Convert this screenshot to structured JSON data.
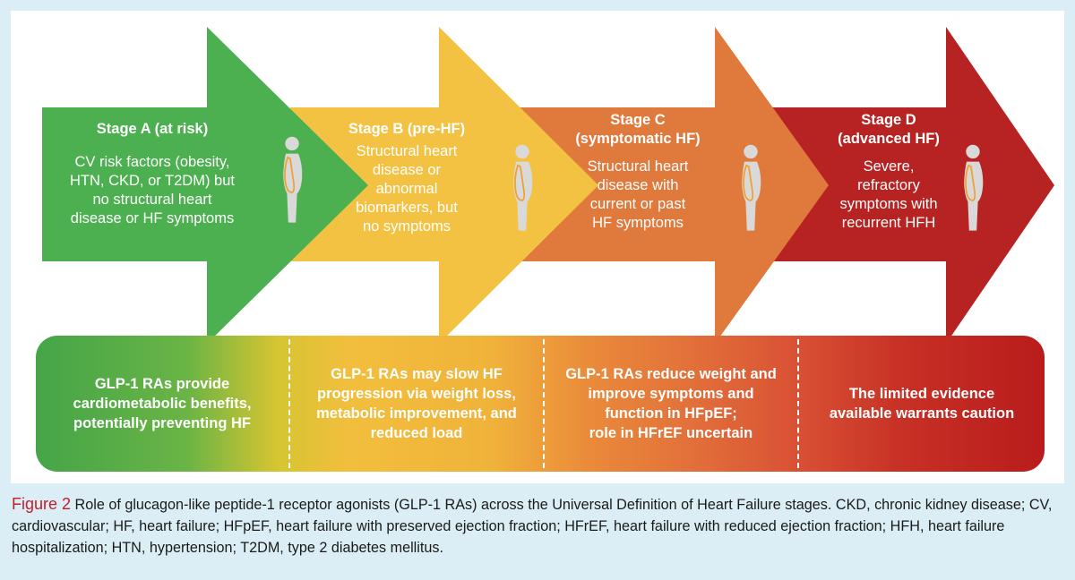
{
  "stages": [
    {
      "title": "Stage A  (at risk)",
      "description": "CV risk factors (obesity,\nHTN, CKD, or T2DM) but\nno structural heart\ndisease or HF symptoms",
      "color": "#4caf50"
    },
    {
      "title": "Stage B  (pre-HF)",
      "description": "Structural heart\ndisease or\nabnormal\nbiomarkers, but\nno symptoms",
      "color": "#f4c242"
    },
    {
      "title": "Stage C\n(symptomatic HF)",
      "description": "Structural heart\ndisease with\ncurrent or past\nHF symptoms",
      "color": "#e07a3c"
    },
    {
      "title": "Stage D\n(advanced HF)",
      "description": "Severe,\nrefractory\nsymptoms with\nrecurrent HFH",
      "color": "#b72222"
    }
  ],
  "effects": [
    "GLP-1 RAs provide\ncardiometabolic benefits,\npotentially preventing HF",
    "GLP-1 RAs may slow HF\nprogression via weight loss,\nmetabolic improvement, and\nreduced load",
    "GLP-1 RAs reduce weight and\nimprove symptoms and\nfunction in HFpEF;\nrole in HFrEF uncertain",
    "The limited evidence\navailable warrants caution"
  ],
  "person_icon": {
    "name": "person-silhouette-icon",
    "body_color": "#d9d9d9",
    "outline_color": "#f0a030"
  },
  "caption": {
    "label": "Figure 2",
    "text": "Role of glucagon-like peptide-1 receptor agonists (GLP-1 RAs) across the Universal Definition of Heart Failure stages. CKD, chronic kidney disease; CV, cardiovascular; HF, heart failure; HFpEF, heart failure with preserved ejection fraction; HFrEF, heart failure with reduced ejection fraction; HFH, heart failure hospitalization; HTN, hypertension; T2DM, type 2 diabetes mellitus."
  },
  "colors": {
    "background": "#dceef5",
    "panel": "#ffffff",
    "caption_label": "#c0202a"
  }
}
